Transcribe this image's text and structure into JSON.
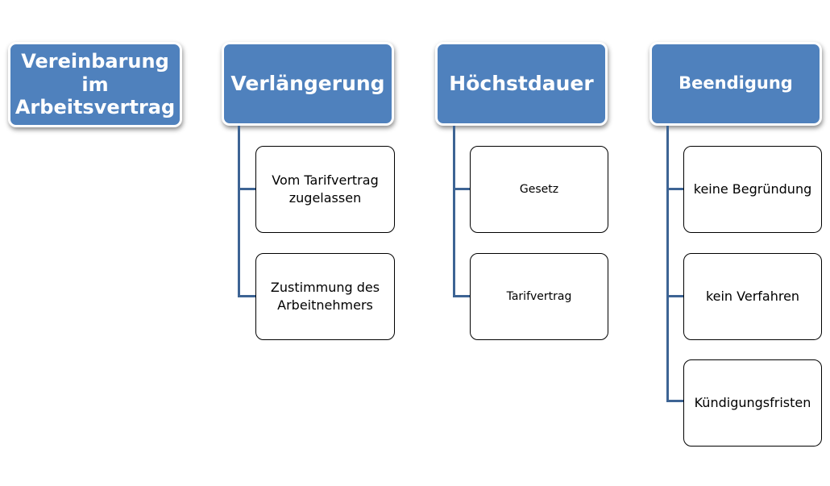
{
  "colors": {
    "header_fill": "#4f81bd",
    "connector": "#3d6494",
    "leaf_border": "#000000"
  },
  "columns": [
    {
      "title": "Vereinbarung im Arbeitsvertrag",
      "items": []
    },
    {
      "title": "Verlängerung",
      "items": [
        "Vom Tarifvertrag zugelassen",
        "Zustimmung des Arbeitnehmers"
      ]
    },
    {
      "title": "Höchstdauer",
      "items": [
        "Gesetz",
        "Tarifvertrag"
      ]
    },
    {
      "title": "Beendigung",
      "items": [
        "keine Begründung",
        "kein Verfahren",
        "Kündigungsfristen"
      ]
    }
  ]
}
